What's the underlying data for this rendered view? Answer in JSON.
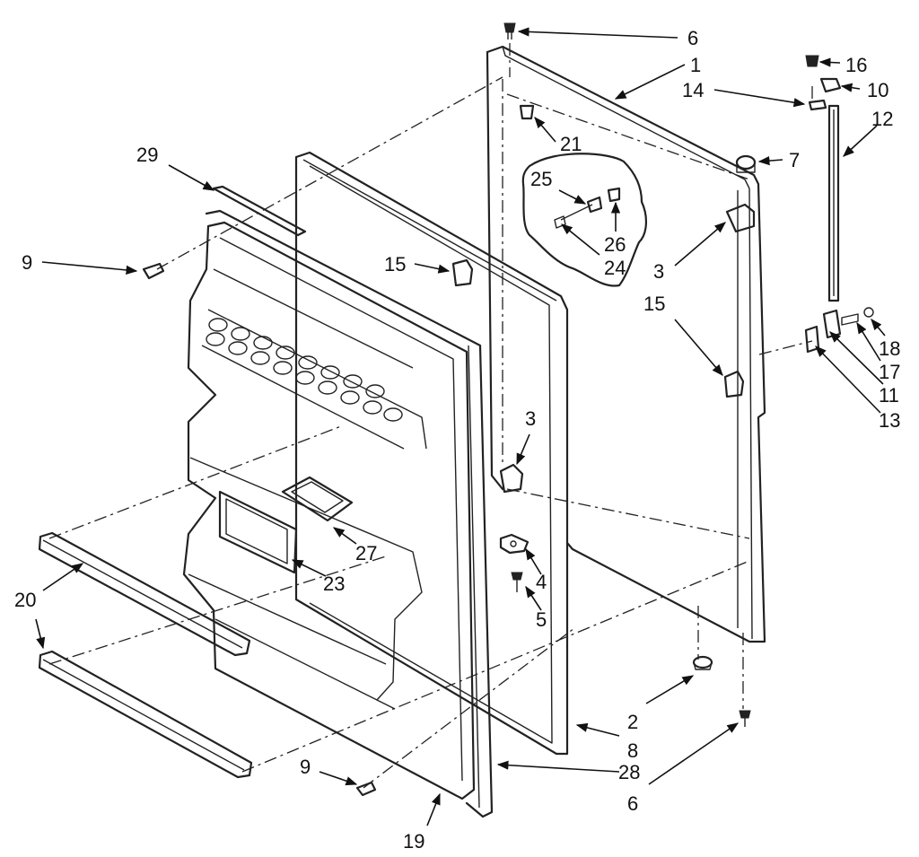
{
  "diagram": {
    "labels": [
      {
        "id": "l6a",
        "text": "6"
      },
      {
        "id": "l1",
        "text": "1"
      },
      {
        "id": "l16",
        "text": "16"
      },
      {
        "id": "l14",
        "text": "14"
      },
      {
        "id": "l10",
        "text": "10"
      },
      {
        "id": "l12",
        "text": "12"
      },
      {
        "id": "l21",
        "text": "21"
      },
      {
        "id": "l7",
        "text": "7"
      },
      {
        "id": "l29",
        "text": "29"
      },
      {
        "id": "l25",
        "text": "25"
      },
      {
        "id": "l26",
        "text": "26"
      },
      {
        "id": "l24",
        "text": "24"
      },
      {
        "id": "l9a",
        "text": "9"
      },
      {
        "id": "l15a",
        "text": "15"
      },
      {
        "id": "l3a",
        "text": "3"
      },
      {
        "id": "l15b",
        "text": "15"
      },
      {
        "id": "l18",
        "text": "18"
      },
      {
        "id": "l17",
        "text": "17"
      },
      {
        "id": "l11",
        "text": "11"
      },
      {
        "id": "l13",
        "text": "13"
      },
      {
        "id": "l3b",
        "text": "3"
      },
      {
        "id": "l27",
        "text": "27"
      },
      {
        "id": "l23",
        "text": "23"
      },
      {
        "id": "l4",
        "text": "4"
      },
      {
        "id": "l5",
        "text": "5"
      },
      {
        "id": "l20",
        "text": "20"
      },
      {
        "id": "l2",
        "text": "2"
      },
      {
        "id": "l8",
        "text": "8"
      },
      {
        "id": "l9b",
        "text": "9"
      },
      {
        "id": "l28",
        "text": "28"
      },
      {
        "id": "l6b",
        "text": "6"
      },
      {
        "id": "l19",
        "text": "19"
      }
    ]
  }
}
